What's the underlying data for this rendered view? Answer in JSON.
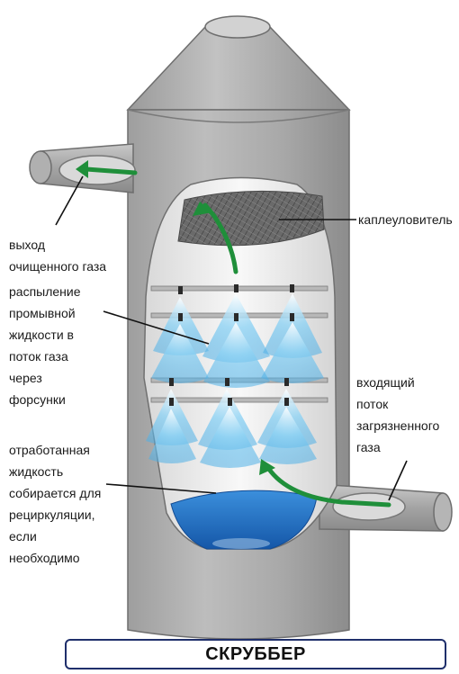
{
  "title": "СКРУББЕР",
  "labels": {
    "outlet": "выход\nочищенного газа",
    "demister": "каплеуловитель",
    "spray": "распыление\nпромывной\nжидкости в\nпоток газа\nчерез\nфорсунки",
    "inlet": "входящий\nпоток\nзагрязненного\nгаза",
    "sump": "отработанная\nжидкость\nсобирается для\nрециркуляции,\nесли\nнеобходимо"
  },
  "colors": {
    "shell": "#a9a9a9",
    "interior": "#f2f2f2",
    "liquid": "#1f6fc2",
    "spray": "#6fc3ee",
    "flow_arrow": "#1f8f3a",
    "mesh": "#555555",
    "title_border": "#1f2f6b"
  },
  "icons": [
    "flow-arrow-icon",
    "nozzle-icon"
  ]
}
